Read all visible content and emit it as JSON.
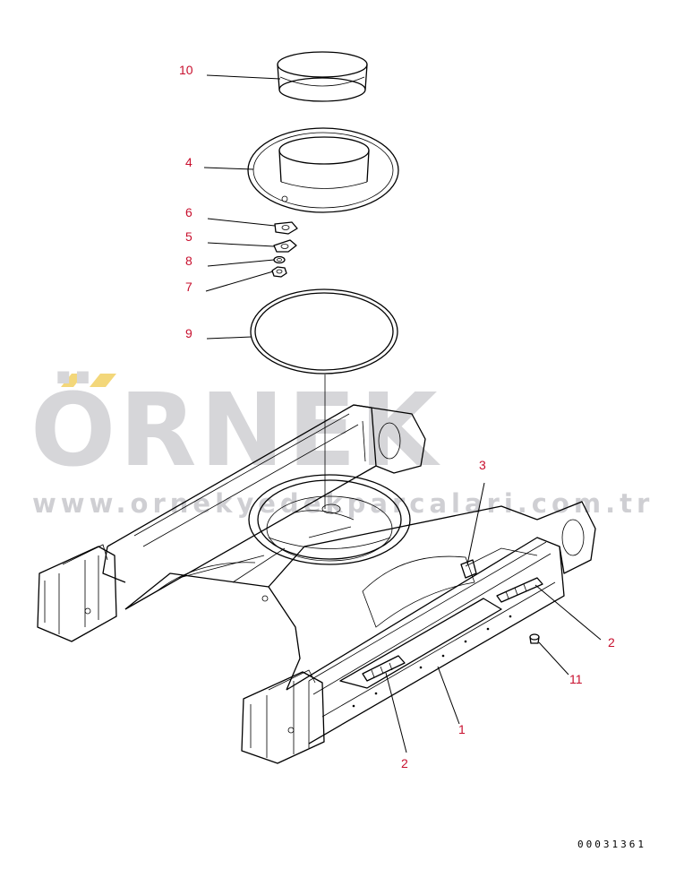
{
  "watermark": {
    "brand": "ÖRNEK",
    "url": "www.ornekyedekparcalari.com.tr",
    "accent_color": "#f3d77a",
    "text_color": "#d6d6d9"
  },
  "callout_color": "#c8102e",
  "callouts": [
    {
      "id": "10",
      "label": "10"
    },
    {
      "id": "4",
      "label": "4"
    },
    {
      "id": "6",
      "label": "6"
    },
    {
      "id": "5",
      "label": "5"
    },
    {
      "id": "8",
      "label": "8"
    },
    {
      "id": "7",
      "label": "7"
    },
    {
      "id": "9",
      "label": "9"
    },
    {
      "id": "3",
      "label": "3"
    },
    {
      "id": "2a",
      "label": "2"
    },
    {
      "id": "11",
      "label": "11"
    },
    {
      "id": "1",
      "label": "1"
    },
    {
      "id": "2b",
      "label": "2"
    }
  ],
  "document_number": "00031361"
}
